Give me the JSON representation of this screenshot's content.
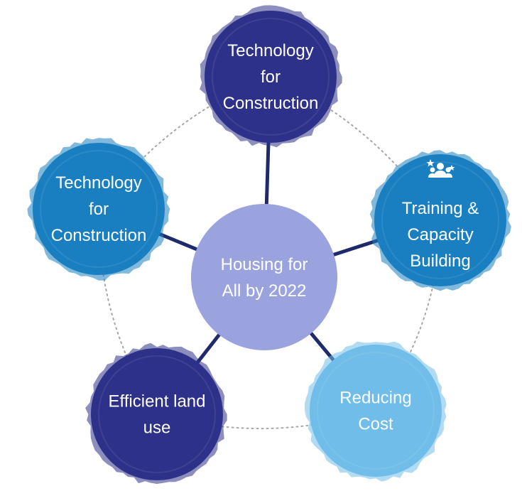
{
  "center": {
    "lines": [
      "Housing for",
      "All by 2022"
    ],
    "color": "#9ba3df",
    "text_color": "#ffffff"
  },
  "nodes": [
    {
      "id": "top",
      "lines": [
        "Technology",
        "for",
        "Construction"
      ],
      "color": "#2e3189",
      "text_color": "#ffffff",
      "icon": ""
    },
    {
      "id": "right",
      "lines": [
        "Training &",
        "Capacity",
        "Building"
      ],
      "color": "#1a7fc1",
      "text_color": "#ffffff",
      "icon": "people-star-icon"
    },
    {
      "id": "bottom-right",
      "lines": [
        "Reducing",
        "Cost"
      ],
      "color": "#6fbde8",
      "text_color": "#ffffff",
      "icon": ""
    },
    {
      "id": "bottom-left",
      "lines": [
        "Efficient land",
        "use"
      ],
      "color": "#2e3189",
      "text_color": "#ffffff",
      "icon": ""
    },
    {
      "id": "left",
      "lines": [
        "Technology",
        "for",
        "Construction"
      ],
      "color": "#1a7fc1",
      "text_color": "#ffffff",
      "icon": ""
    }
  ],
  "connector_color": "#1f2a6b",
  "orbit_color": "#a6a6a6"
}
